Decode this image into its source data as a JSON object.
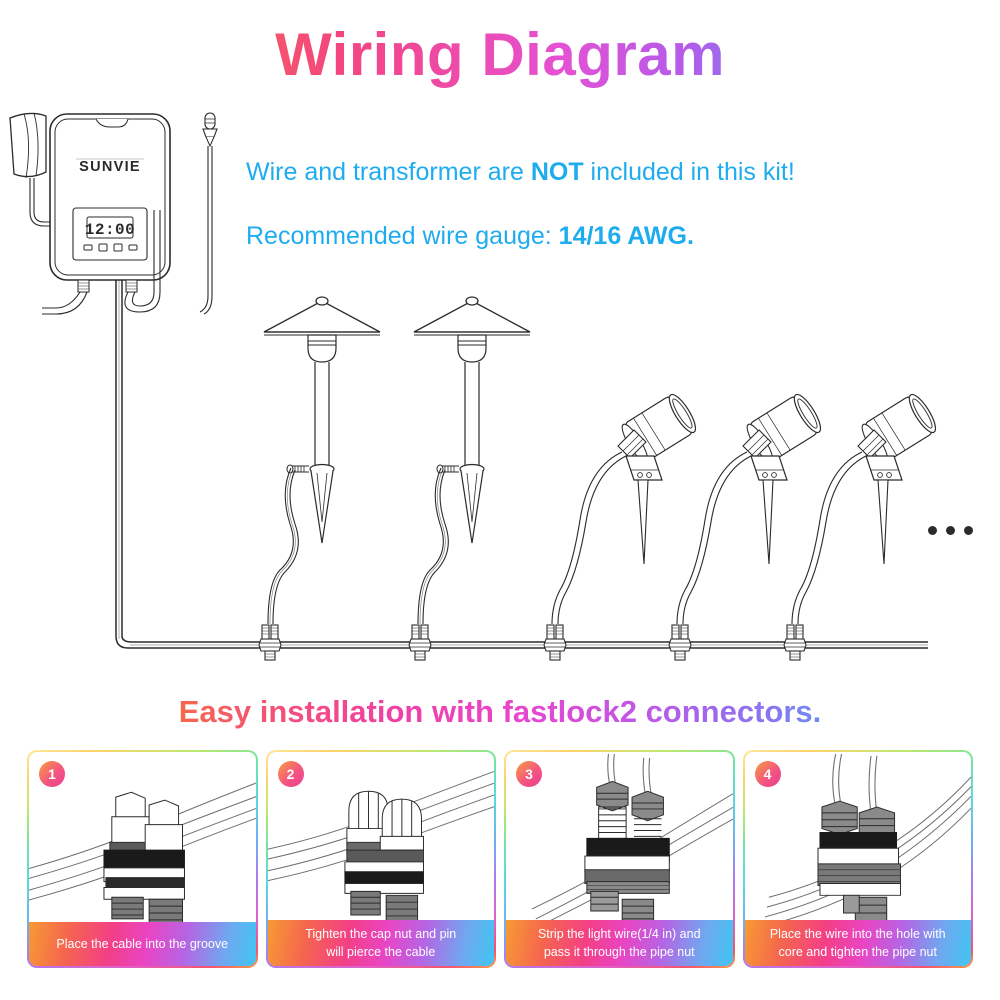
{
  "title": "Wiring Diagram",
  "info": {
    "line1_a": "Wire and transformer are ",
    "line1_b": "NOT",
    "line1_c": " included in this kit!",
    "line2_a": "Recommended wire gauge: ",
    "line2_b": "14/16 AWG."
  },
  "diagram": {
    "transformer_brand": "SUNVIE",
    "transformer_display": "12:00",
    "ellipsis": "• • •",
    "path_light_count": 2,
    "spot_light_count": 3,
    "connector_count": 5
  },
  "subtitle": "Easy installation with fastlock2 connectors.",
  "steps": [
    {
      "number": "1",
      "caption_lines": [
        "Place the cable into the groove"
      ]
    },
    {
      "number": "2",
      "caption_lines": [
        "Tighten the cap nut and pin",
        "will pierce the cable"
      ]
    },
    {
      "number": "3",
      "caption_lines": [
        "Strip the light wire(1/4 in) and",
        "pass it through the pipe nut"
      ]
    },
    {
      "number": "4",
      "caption_lines": [
        "Place the wire into the hole with",
        "core and tighten the pipe nut"
      ]
    }
  ],
  "colors": {
    "info_text": "#1EACEF",
    "gradient_start": "#F7941E",
    "gradient_mid": "#E451D4",
    "gradient_end": "#2BC4F3",
    "line_art": "#2B2B2B",
    "background": "#FFFFFF"
  }
}
